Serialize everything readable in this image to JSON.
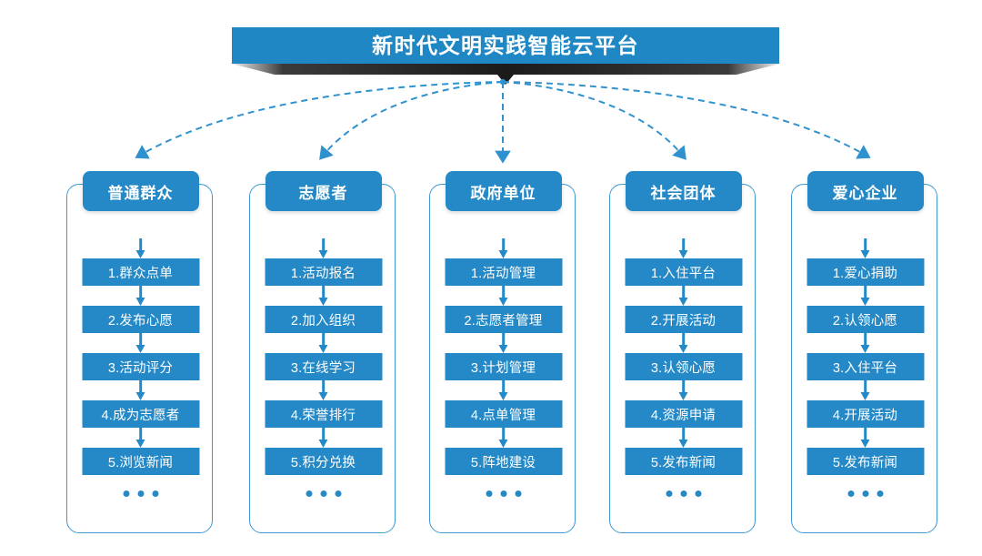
{
  "banner": {
    "title": "新时代文明实践智能云平台",
    "accent_color": "#1f88c4",
    "shadow_color": "#1b1b1b",
    "arrow_icon": "chevron-down-icon"
  },
  "diagram": {
    "type": "flow-diagram",
    "ellipsis_label": "...",
    "arrow_icon": "arrow-down-icon",
    "connector_style": "dashed-curve",
    "connector_color": "#2f92cf",
    "box_color": "#2489c6",
    "frame_border_color": "#3f9ad2",
    "columns": [
      {
        "header": "普通群众",
        "items": [
          "1.群众点单",
          "2.发布心愿",
          "3.活动评分",
          "4.成为志愿者",
          "5.浏览新闻"
        ]
      },
      {
        "header": "志愿者",
        "items": [
          "1.活动报名",
          "2.加入组织",
          "3.在线学习",
          "4.荣誉排行",
          "5.积分兑换"
        ]
      },
      {
        "header": "政府单位",
        "items": [
          "1.活动管理",
          "2.志愿者管理",
          "3.计划管理",
          "4.点单管理",
          "5.阵地建设"
        ]
      },
      {
        "header": "社会团体",
        "items": [
          "1.入住平台",
          "2.开展活动",
          "3.认领心愿",
          "4.资源申请",
          "5.发布新闻"
        ]
      },
      {
        "header": "爱心企业",
        "items": [
          "1.爱心捐助",
          "2.认领心愿",
          "3.入住平台",
          "4.开展活动",
          "5.发布新闻"
        ]
      }
    ]
  }
}
